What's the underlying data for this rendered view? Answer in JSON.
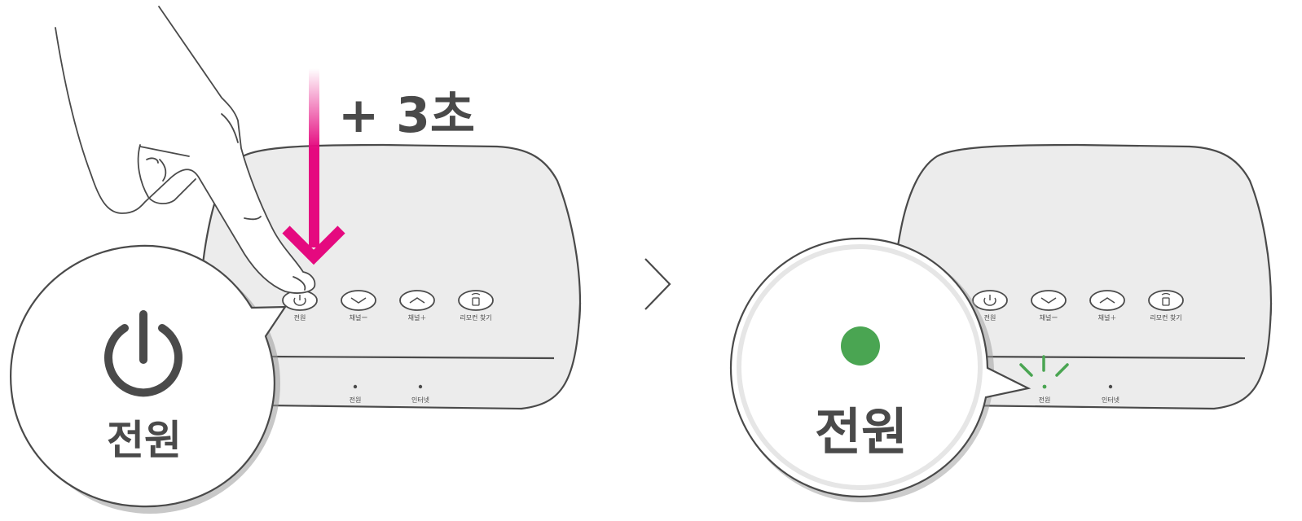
{
  "step1": {
    "duration_text": "+ 3초",
    "buttons": [
      {
        "label": "전원",
        "icon": "power-icon"
      },
      {
        "label": "채널ー",
        "icon": "chevron-down-icon"
      },
      {
        "label": "채널＋",
        "icon": "chevron-up-icon"
      },
      {
        "label": "리모컨 찾기",
        "icon": "remote-icon"
      }
    ],
    "front_leds": [
      {
        "label": "전원"
      },
      {
        "label": "인터넷"
      }
    ],
    "zoom_label": "전원",
    "zoom_icon": "power-icon"
  },
  "step2": {
    "buttons": [
      {
        "label": "전원",
        "icon": "power-icon"
      },
      {
        "label": "채널ー",
        "icon": "chevron-down-icon"
      },
      {
        "label": "채널＋",
        "icon": "chevron-up-icon"
      },
      {
        "label": "리모컨 찾기",
        "icon": "remote-icon"
      }
    ],
    "front_leds": [
      {
        "label": "전원"
      },
      {
        "label": "인터넷"
      }
    ],
    "zoom_label": "전원",
    "led_state": "on"
  },
  "colors": {
    "accent_arrow": "#e5097f",
    "led_on": "#4aa552",
    "outline": "#4a4a4a",
    "device_fill": "#ececec"
  }
}
